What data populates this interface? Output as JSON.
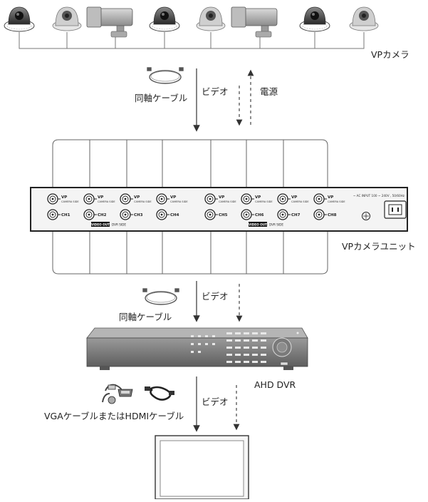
{
  "labels": {
    "vp_camera": "VPカメラ",
    "video_top": "ビデオ",
    "power": "電源",
    "coax_top": "同軸ケーブル",
    "unit": "VPカメラユニット",
    "video_mid": "ビデオ",
    "coax_mid": "同軸ケーブル",
    "dvr": "AHD DVR",
    "video_bottom": "ビデオ",
    "vga_hdmi": "VGAケーブルまたはHDMIケーブル"
  },
  "panel": {
    "vp_ports": [
      "VP",
      "VP",
      "VP",
      "VP",
      "VP",
      "VP",
      "VP",
      "VP"
    ],
    "camera_side": "CAMERA SIDE",
    "ch_ports": [
      "CH1",
      "CH2",
      "CH3",
      "CH4",
      "CH5",
      "CH6",
      "CH7",
      "CH8"
    ],
    "video_out": "VIDEO OUT",
    "dvr_side": "DVR SIDE",
    "ac_input": "~ AC INPUT 100 ~ 240V , 50/60Hz"
  },
  "cameras": [
    "dome-camera",
    "dome-camera-white",
    "bullet-camera",
    "dome-camera",
    "dome-camera-white",
    "bullet-camera",
    "dome-camera",
    "dome-camera-white"
  ]
}
